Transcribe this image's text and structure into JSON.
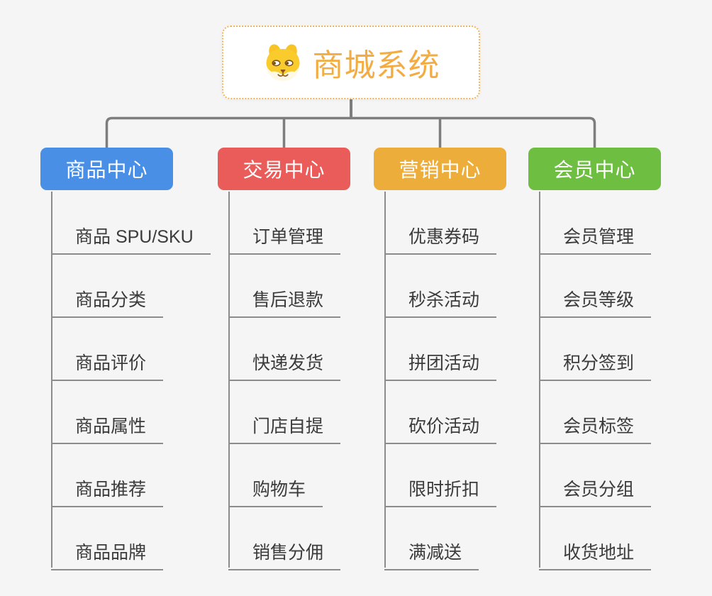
{
  "canvas": {
    "background": "#F5F5F5"
  },
  "root": {
    "label": "商城系统",
    "icon": "dog-face-icon",
    "text_color": "#F2AC41",
    "border_color": "#F3B455",
    "fill": "#FFFFFF"
  },
  "connectors": {
    "tree_color": "#7D7D7D",
    "leaf_color": "#8C8C8C"
  },
  "branches": [
    {
      "id": "product-center",
      "label": "商品中心",
      "color": "#4A8FE6",
      "items": [
        "商品 SPU/SKU",
        "商品分类",
        "商品评价",
        "商品属性",
        "商品推荐",
        "商品品牌"
      ]
    },
    {
      "id": "trade-center",
      "label": "交易中心",
      "color": "#E95C5A",
      "items": [
        "订单管理",
        "售后退款",
        "快递发货",
        "门店自提",
        "购物车",
        "销售分佣"
      ]
    },
    {
      "id": "marketing-center",
      "label": "营销中心",
      "color": "#EDAD3B",
      "items": [
        "优惠券码",
        "秒杀活动",
        "拼团活动",
        "砍价活动",
        "限时折扣",
        "满减送"
      ]
    },
    {
      "id": "member-center",
      "label": "会员中心",
      "color": "#6EBE41",
      "items": [
        "会员管理",
        "会员等级",
        "积分签到",
        "会员标签",
        "会员分组",
        "收货地址"
      ]
    }
  ]
}
